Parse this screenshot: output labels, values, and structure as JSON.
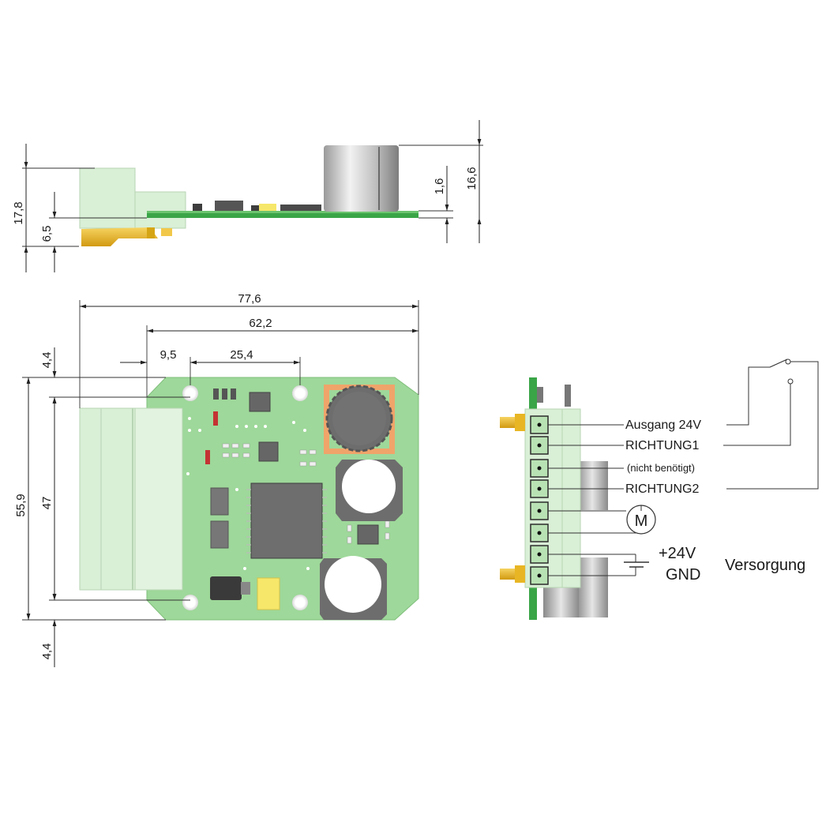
{
  "dimensions": {
    "total_height": "17,8",
    "connector_height": "6,5",
    "pcb_thickness": "1,6",
    "component_height": "16,6",
    "overall_length": "77,6",
    "pcb_length": "62,2",
    "hole_offset_x": "9,5",
    "hole_spacing": "25,4",
    "hole_offset_top": "4,4",
    "pcb_width": "55,9",
    "hole_spacing_y": "47",
    "hole_offset_bottom": "4,4"
  },
  "connections": {
    "pins": [
      "Ausgang 24V",
      "RICHTUNG1",
      "(nicht benötigt)",
      "RICHTUNG2"
    ],
    "motor_symbol": "M",
    "supply_plus": "+24V",
    "supply_gnd": "GND",
    "supply_label": "Versorgung"
  },
  "colors": {
    "pcb_green": "#9ed89a",
    "pcb_dark_green": "#3aa547",
    "connector": "#d9efd6",
    "chip": "#6e6e6e",
    "gold_pin": "#e8b624",
    "capacitor": "#c8c8c8"
  }
}
